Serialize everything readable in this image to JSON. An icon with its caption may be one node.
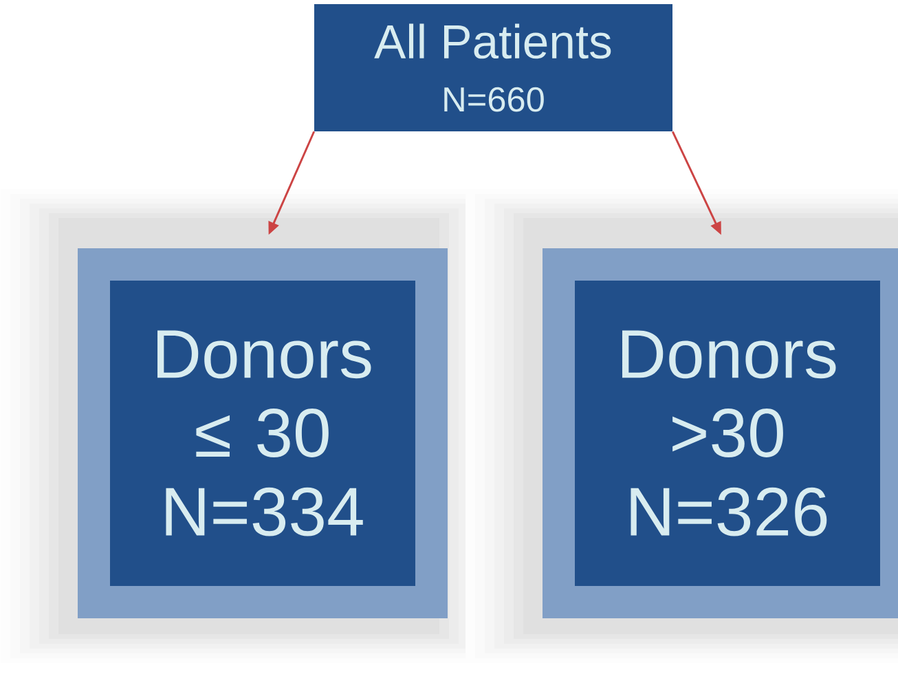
{
  "diagram": {
    "nodes": [
      {
        "text": [
          "All Patients",
          "N=660"
        ]
      },
      {
        "text": [
          "Donors",
          "≤ 30",
          "N=334"
        ]
      },
      {
        "text": [
          "Donors",
          ">30",
          "N=326"
        ]
      }
    ],
    "edges": [
      {
        "from": 0,
        "to": 1,
        "arrow": "to"
      },
      {
        "from": 0,
        "to": 2,
        "arrow": "to"
      }
    ]
  }
}
